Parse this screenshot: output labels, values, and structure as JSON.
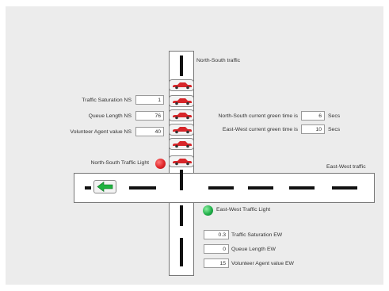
{
  "ns_road": {
    "label": "North-South traffic"
  },
  "ew_road": {
    "label": "East-West traffic"
  },
  "ns_inputs": {
    "saturation": {
      "label": "Traffic Saturation NS",
      "value": "1"
    },
    "queue": {
      "label": "Queue Length NS",
      "value": "76"
    },
    "volunteer": {
      "label": "Volunteer Agent value NS",
      "value": "40"
    }
  },
  "green_times": {
    "ns": {
      "label": "North-South current green time is",
      "value": "6",
      "unit": "Secs"
    },
    "ew": {
      "label": "East-West current green time is",
      "value": "10",
      "unit": "Secs"
    }
  },
  "ns_light": {
    "label": "North-South Traffic Light",
    "state": "red",
    "color": "#e0262a"
  },
  "ew_light": {
    "label": "East-West Traffic Light",
    "state": "green",
    "color": "#22b04a"
  },
  "ew_inputs": {
    "saturation": {
      "label": "Traffic Saturation EW",
      "value": "0.3"
    },
    "queue": {
      "label": "Queue Length EW",
      "value": "0"
    },
    "volunteer": {
      "label": "Volunteer Agent value EW",
      "value": "15"
    }
  },
  "colors": {
    "car": "#d7262a",
    "arrow": "#1fb33f",
    "panel": "#ececec"
  },
  "icons": {
    "car": "red-car-icon",
    "arrow": "green-left-arrow-icon"
  }
}
